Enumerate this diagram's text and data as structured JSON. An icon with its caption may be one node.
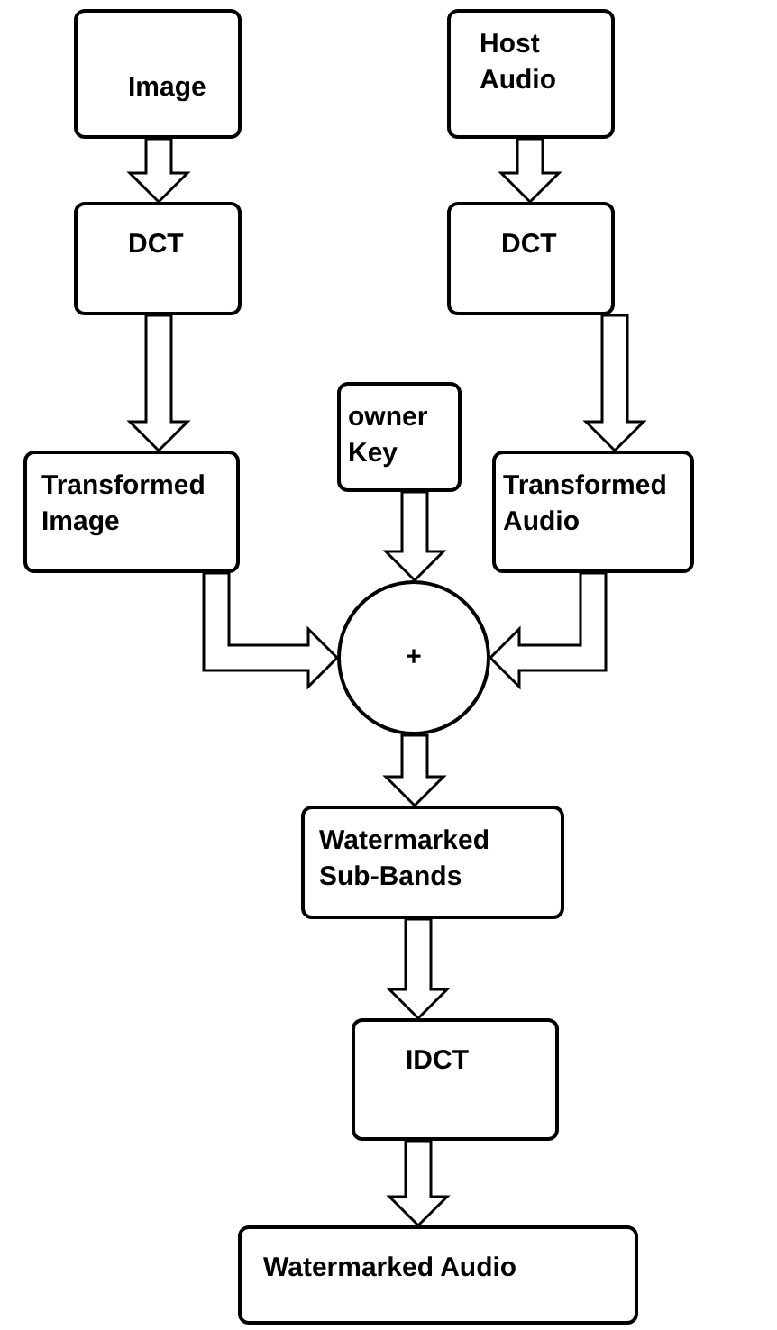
{
  "diagram": {
    "nodes": [
      {
        "text": [
          "Image"
        ]
      },
      {
        "text": [
          "Host Audio"
        ]
      },
      {
        "text": [
          "DCT"
        ]
      },
      {
        "text": [
          "DCT"
        ]
      },
      {
        "text": [
          "Transformed Image"
        ]
      },
      {
        "text": [
          "owner Key"
        ]
      },
      {
        "text": [
          "Transformed Audio"
        ]
      },
      {
        "text": [
          "+"
        ]
      },
      {
        "text": [
          "Watermarked Sub-Bands"
        ]
      },
      {
        "text": [
          "IDCT"
        ]
      },
      {
        "text": [
          "Watermarked Audio"
        ]
      }
    ],
    "edges": [
      {
        "from": 0,
        "to": 2,
        "arrow": "to"
      },
      {
        "from": 1,
        "to": 3,
        "arrow": "to"
      },
      {
        "from": 2,
        "to": 4,
        "arrow": "to"
      },
      {
        "from": 3,
        "to": 6,
        "arrow": "to"
      },
      {
        "from": 4,
        "to": 7,
        "arrow": "to"
      },
      {
        "from": 5,
        "to": 7,
        "arrow": "to"
      },
      {
        "from": 6,
        "to": 7,
        "arrow": "to"
      },
      {
        "from": 7,
        "to": 8,
        "arrow": "to"
      },
      {
        "from": 8,
        "to": 9,
        "arrow": "to"
      },
      {
        "from": 9,
        "to": 10,
        "arrow": "to"
      }
    ]
  }
}
